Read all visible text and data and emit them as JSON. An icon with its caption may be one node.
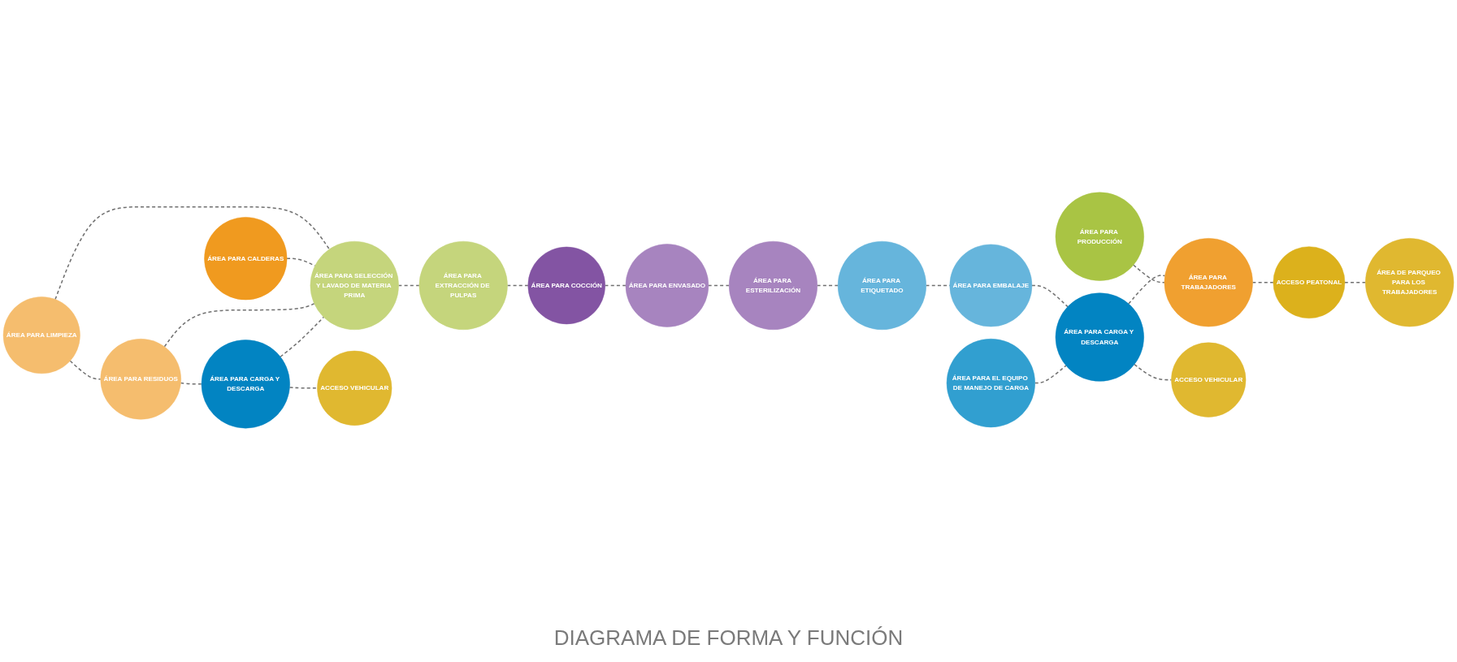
{
  "diagram": {
    "caption": "DIAGRAMA DE FORMA Y FUNCIÓN",
    "nodes": [
      {
        "text": [
          "ÁREA PARA LIMPIEZA"
        ]
      },
      {
        "text": [
          "ÁREA PARA CALDERAS"
        ]
      },
      {
        "text": [
          "ÁREA PARA COCCIÓN"
        ]
      },
      {
        "text": [
          "ÁREA PARA PRODUCCIÓN"
        ]
      },
      {
        "text": [
          "ÁREA PARA TRABAJADORES"
        ]
      },
      {
        "text": [
          "ÁREA PARA RESIDUOS"
        ]
      },
      {
        "text": [
          "ÁREA PARA ETIQUETADO"
        ]
      },
      {
        "text": [
          "ÁREA PARA ENVASADO"
        ]
      },
      {
        "text": [
          "ÁREA PARA EL EQUIPO DE MANEJO DE CARGA"
        ]
      },
      {
        "text": [
          "ACCESO PEATONAL"
        ]
      },
      {
        "text": [
          "ÁREA PARA CARGA Y DESCARGA"
        ]
      },
      {
        "text": [
          "ÁREA PARA SELECCIÓN Y LAVADO DE MATERIA PRIMA"
        ]
      },
      {
        "text": [
          "ÁREA PARA EXTRACCIÓN DE PULPAS"
        ]
      },
      {
        "text": [
          "ÁREA PARA EMBALAJE"
        ]
      },
      {
        "text": [
          "ÁREA PARA ESTERILIZACIÓN"
        ]
      },
      {
        "text": [
          "ÁREA PARA CARGA Y DESCARGA"
        ]
      },
      {
        "text": [
          "ÁREA DE PARQUEO PARA LOS TRABAJADORES"
        ]
      },
      {
        "text": [
          "ACCESO VEHICULAR"
        ]
      },
      {
        "text": [
          "ACCESO VEHICULAR"
        ]
      }
    ],
    "edges": [
      {
        "from": 0,
        "to": 5,
        "arrow": "none",
        "style": "dashed"
      },
      {
        "from": 0,
        "to": 11,
        "arrow": "none",
        "style": "dashed"
      },
      {
        "from": 1,
        "to": 11,
        "arrow": "none",
        "style": "dashed"
      },
      {
        "from": 5,
        "to": 11,
        "arrow": "none",
        "style": "dashed"
      },
      {
        "from": 5,
        "to": 10,
        "arrow": "none",
        "style": "dashed"
      },
      {
        "from": 10,
        "to": 11,
        "arrow": "none",
        "style": "dashed"
      },
      {
        "from": 10,
        "to": 17,
        "arrow": "none",
        "style": "dashed"
      },
      {
        "from": 11,
        "to": 12,
        "arrow": "none",
        "style": "dashed"
      },
      {
        "from": 12,
        "to": 2,
        "arrow": "none",
        "style": "dashed"
      },
      {
        "from": 2,
        "to": 7,
        "arrow": "none",
        "style": "dashed"
      },
      {
        "from": 7,
        "to": 14,
        "arrow": "none",
        "style": "dashed"
      },
      {
        "from": 14,
        "to": 6,
        "arrow": "none",
        "style": "dashed"
      },
      {
        "from": 6,
        "to": 13,
        "arrow": "none",
        "style": "dashed"
      },
      {
        "from": 13,
        "to": 15,
        "arrow": "none",
        "style": "dashed"
      },
      {
        "from": 8,
        "to": 15,
        "arrow": "none",
        "style": "dashed"
      },
      {
        "from": 15,
        "to": 18,
        "arrow": "none",
        "style": "dashed"
      },
      {
        "from": 15,
        "to": 4,
        "arrow": "none",
        "style": "dashed"
      },
      {
        "from": 3,
        "to": 4,
        "arrow": "none",
        "style": "dashed"
      },
      {
        "from": 4,
        "to": 9,
        "arrow": "none",
        "style": "dashed"
      },
      {
        "from": 9,
        "to": 16,
        "arrow": "none",
        "style": "dashed"
      }
    ]
  }
}
